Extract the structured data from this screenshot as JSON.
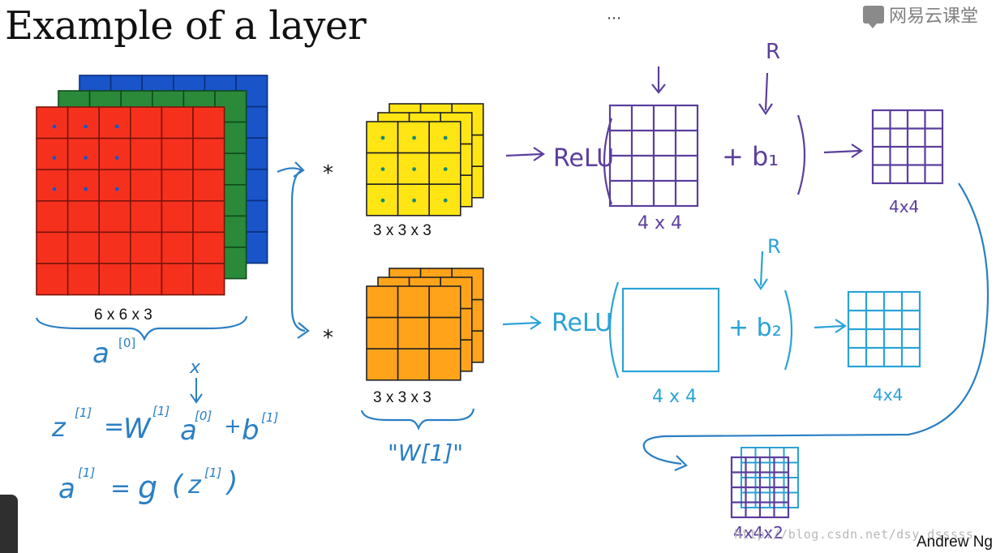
{
  "slide": {
    "title": "Example of a layer",
    "brand": "网易云课堂",
    "author": "Andrew Ng",
    "watermark": "http://blog.csdn.net/dsy_dsssss"
  },
  "input_volume": {
    "dims": "6 x 6 x 3",
    "label_main": "a",
    "label_sup": "[0]",
    "colors": {
      "red": "#f5311e",
      "green": "#2a8a3a",
      "blue": "#1955c9"
    }
  },
  "filters": [
    {
      "dims": "3 x 3 x 3",
      "color": "#ffe513",
      "operator": "*",
      "ink": "#111111"
    },
    {
      "dims": "3 x 3 x 3",
      "color": "#ffa31a",
      "operator": "*",
      "ink": "#111111"
    }
  ],
  "filters_label": "\"W[1]\"",
  "branches": [
    {
      "relu": "ReLU",
      "dims": "4 x 4",
      "bias": "+ b₁",
      "input_label": "R",
      "out_dims": "4x4",
      "ink": "#5b3e9c"
    },
    {
      "relu": "ReLU",
      "dims": "4 x 4",
      "bias": "+ b₂",
      "input_label": "R",
      "out_dims": "4x4",
      "ink": "#2aa3d6"
    }
  ],
  "stacked_output": {
    "dims": "4x4x2"
  },
  "equations": {
    "x_label": "x",
    "eq1": {
      "lhs": "z",
      "lhs_sup": "[1]",
      "eq": "=",
      "w": "W",
      "w_sup": "[1]",
      "a": "a",
      "a_sup": "[0]",
      "plus": "+",
      "b": "b",
      "b_sup": "[1]"
    },
    "eq2": {
      "lhs": "a",
      "lhs_sup": "[1]",
      "eq": "=",
      "g": "g",
      "open": "(",
      "z": "z",
      "z_sup": "[1]",
      "close": ")"
    },
    "ink": "#2a7fc4"
  }
}
